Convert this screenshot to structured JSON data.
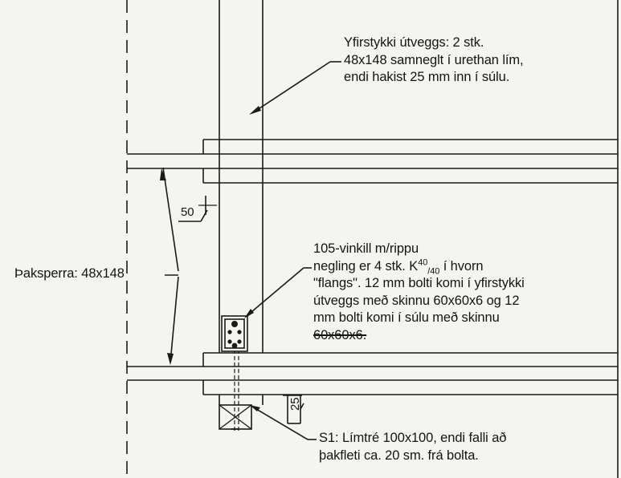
{
  "drawing": {
    "ink_color": "#1a1a1a",
    "paper_color": "#f4f4f1"
  },
  "labels": {
    "top_note": {
      "line1": "Yfirstykki útveggs: 2 stk.",
      "line2": "48x148 samneglt í urethan lím,",
      "line3": "endi hakist 25 mm inn í súlu."
    },
    "rafter": "Þaksperra: 48x148",
    "dim_50": "50",
    "dim_25": "25",
    "bracket_note": {
      "line1": "105-vinkill m/rippu",
      "line2_pre": "negling er 4 stk. K",
      "line2_sup": "40",
      "line2_sub": "/40",
      "line2_post": " í hvorn",
      "line3": "\"flangs\".  12 mm bolti komi í yfirstykki",
      "line4": "útveggs með skinnu 60x60x6 og 12",
      "line5": "mm bolti komi í súlu með skinnu",
      "line6": "60x60x6."
    },
    "column_note": {
      "line1": "S1: Límtré 100x100, endi falli að",
      "line2": "þakfleti ca. 20 sm. frá bolta."
    }
  }
}
